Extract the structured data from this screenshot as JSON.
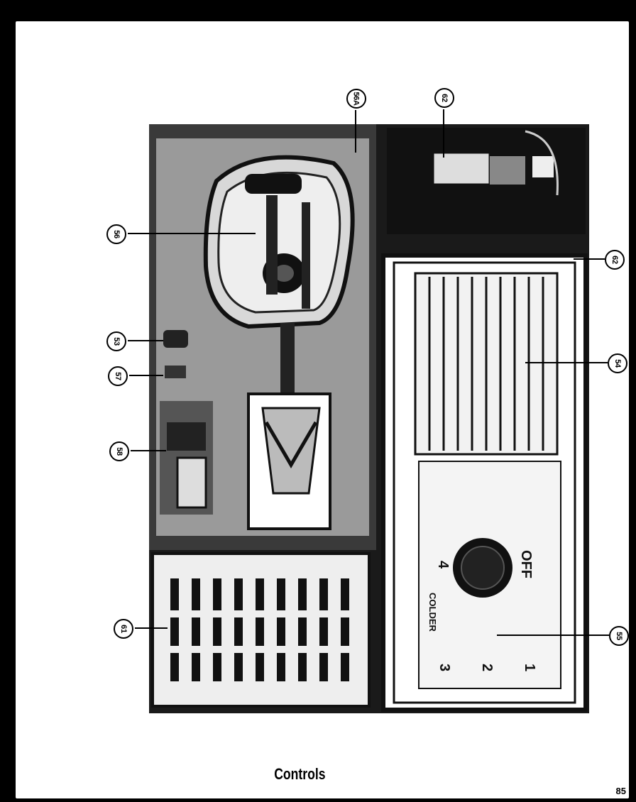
{
  "caption": "Controls",
  "page_number": "85",
  "callouts": {
    "c56a": "56A",
    "c62a": "62",
    "c56": "56",
    "c62b": "62",
    "c53": "53",
    "c57": "57",
    "c54": "54",
    "c58": "58",
    "c61": "61",
    "c55": "55"
  },
  "dial": {
    "colder": "COLDER",
    "num4": "4",
    "off": "OFF",
    "num3": "3",
    "num2": "2",
    "num1": "1"
  }
}
